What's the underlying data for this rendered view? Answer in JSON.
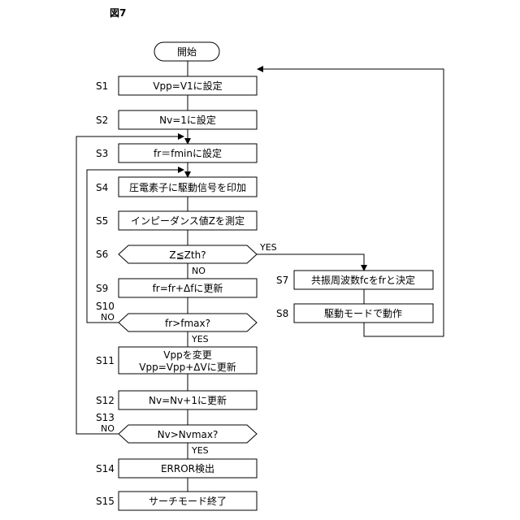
{
  "figure_label": "図7",
  "start": "開始",
  "steps": {
    "s1": {
      "id": "S1",
      "text": "Vpp=V1に設定"
    },
    "s2": {
      "id": "S2",
      "text": "Nv=1に設定"
    },
    "s3": {
      "id": "S3",
      "text": "fr＝fminに設定"
    },
    "s4": {
      "id": "S4",
      "text": "圧電素子に駆動信号を印加"
    },
    "s5": {
      "id": "S5",
      "text": "インピーダンス値Zを測定"
    },
    "s6": {
      "id": "S6",
      "text": "Z≦Zth?"
    },
    "s7": {
      "id": "S7",
      "text": "共振周波数fcをfrと決定"
    },
    "s8": {
      "id": "S8",
      "text": "駆動モードで動作"
    },
    "s9": {
      "id": "S9",
      "text": "fr=fr+Δfに更新"
    },
    "s10": {
      "id": "S10",
      "text": "fr>fmax?"
    },
    "s11": {
      "id": "S11",
      "line1": "Vppを変更",
      "line2": "Vpp=Vpp+ΔVに更新"
    },
    "s12": {
      "id": "S12",
      "text": "Nv=Nv+1に更新"
    },
    "s13": {
      "id": "S13",
      "text": "Nv>Nvmax?"
    },
    "s14": {
      "id": "S14",
      "text": "ERROR検出"
    },
    "s15": {
      "id": "S15",
      "text": "サーチモード終了"
    }
  },
  "branches": {
    "s6_yes": "YES",
    "s6_no": "NO",
    "s10_yes": "YES",
    "s10_no": "NO",
    "s13_yes": "YES",
    "s13_no": "NO"
  }
}
